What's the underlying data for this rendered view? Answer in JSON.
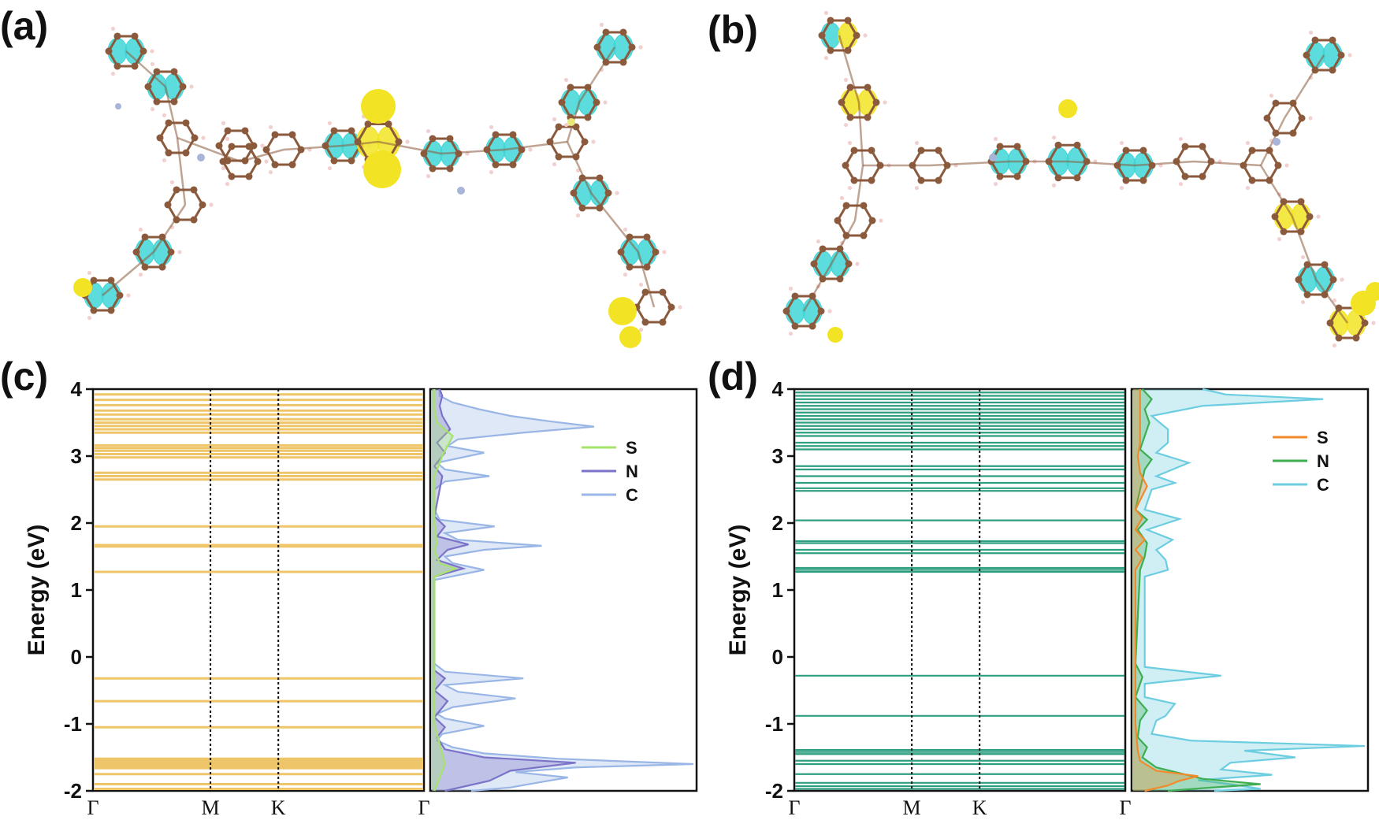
{
  "panel_labels": [
    "(a)",
    "(b)",
    "(c)",
    "(d)"
  ],
  "colors": {
    "isosurface_positive": "#f2e424",
    "isosurface_negative": "#3fd6d6",
    "atom_carbon": "#8b5a3c",
    "atom_nitrogen": "#a8b4d8",
    "atom_sulfur": "#e8e878",
    "atom_hydrogen": "#f2d0d0",
    "bands_c": "#efc56a",
    "bands_d": "#2e9e80"
  },
  "chart_data": [
    {
      "panel": "(c)",
      "type": "line",
      "ylabel": "Energy (eV)",
      "ylim": [
        -2,
        4
      ],
      "yticks": [
        "-2",
        "-1",
        "0",
        "1",
        "2",
        "3",
        "4"
      ],
      "kpoints": [
        "Γ",
        "M",
        "K",
        "Γ"
      ],
      "bands": [
        -1.97,
        -1.9,
        -1.75,
        -1.66,
        -1.63,
        -1.6,
        -1.57,
        -1.54,
        -1.52,
        -1.05,
        -0.66,
        -0.32,
        1.27,
        1.65,
        1.67,
        1.95,
        2.65,
        2.7,
        2.75,
        2.98,
        3.03,
        3.08,
        3.12,
        3.16,
        3.35,
        3.4,
        3.45,
        3.5,
        3.55,
        3.62,
        3.68,
        3.76,
        3.84,
        3.92
      ],
      "dos": {
        "legend": [
          "S",
          "N",
          "C"
        ],
        "series": [
          {
            "name": "S",
            "color": "#a6e36b",
            "points": [
              [
                -2,
                0.01
              ],
              [
                -1.6,
                0.05
              ],
              [
                -1,
                0.01
              ],
              [
                -0.3,
                0.01
              ],
              [
                1.2,
                0.01
              ],
              [
                1.32,
                0.09
              ],
              [
                1.4,
                0.03
              ],
              [
                1.6,
                0.01
              ],
              [
                1.7,
                0.02
              ],
              [
                2,
                0.01
              ],
              [
                2.7,
                0.01
              ],
              [
                3,
                0.04
              ],
              [
                3.3,
                0.08
              ],
              [
                3.5,
                0.02
              ],
              [
                3.7,
                0.01
              ],
              [
                4,
                0.01
              ]
            ]
          },
          {
            "name": "N",
            "color": "#7b73c8",
            "points": [
              [
                -2,
                0.05
              ],
              [
                -1.85,
                0.22
              ],
              [
                -1.7,
                0.3
              ],
              [
                -1.58,
                0.55
              ],
              [
                -1.5,
                0.2
              ],
              [
                -1.38,
                0.05
              ],
              [
                -1.2,
                0.02
              ],
              [
                -1.05,
                0.05
              ],
              [
                -0.9,
                0.01
              ],
              [
                -0.66,
                0.06
              ],
              [
                -0.5,
                0.01
              ],
              [
                -0.32,
                0.05
              ],
              [
                -0.2,
                0.01
              ],
              [
                1.2,
                0.01
              ],
              [
                1.32,
                0.12
              ],
              [
                1.45,
                0.02
              ],
              [
                1.6,
                0.06
              ],
              [
                1.68,
                0.14
              ],
              [
                1.8,
                0.02
              ],
              [
                1.95,
                0.05
              ],
              [
                2.1,
                0.01
              ],
              [
                2.7,
                0.04
              ],
              [
                2.85,
                0.01
              ],
              [
                3.05,
                0.05
              ],
              [
                3.2,
                0.02
              ],
              [
                3.4,
                0.07
              ],
              [
                3.6,
                0.04
              ],
              [
                3.75,
                0.03
              ],
              [
                3.9,
                0.04
              ],
              [
                4,
                0.03
              ]
            ]
          },
          {
            "name": "C",
            "color": "#9ab6e6",
            "points": [
              [
                -2,
                0.15
              ],
              [
                -1.95,
                0.3
              ],
              [
                -1.88,
                0.4
              ],
              [
                -1.8,
                0.52
              ],
              [
                -1.72,
                0.32
              ],
              [
                -1.65,
                0.55
              ],
              [
                -1.6,
                1.0
              ],
              [
                -1.52,
                0.48
              ],
              [
                -1.44,
                0.2
              ],
              [
                -1.35,
                0.08
              ],
              [
                -1.25,
                0.02
              ],
              [
                -1.15,
                0.04
              ],
              [
                -1.03,
                0.2
              ],
              [
                -0.92,
                0.05
              ],
              [
                -0.85,
                0.02
              ],
              [
                -0.75,
                0.08
              ],
              [
                -0.62,
                0.32
              ],
              [
                -0.52,
                0.1
              ],
              [
                -0.42,
                0.05
              ],
              [
                -0.32,
                0.35
              ],
              [
                -0.22,
                0.05
              ],
              [
                -0.1,
                0.01
              ],
              [
                1.15,
                0.01
              ],
              [
                1.3,
                0.2
              ],
              [
                1.4,
                0.08
              ],
              [
                1.5,
                0.05
              ],
              [
                1.6,
                0.2
              ],
              [
                1.66,
                0.42
              ],
              [
                1.75,
                0.1
              ],
              [
                1.85,
                0.05
              ],
              [
                1.95,
                0.24
              ],
              [
                2.05,
                0.03
              ],
              [
                2.2,
                0.01
              ],
              [
                2.5,
                0.01
              ],
              [
                2.62,
                0.05
              ],
              [
                2.7,
                0.22
              ],
              [
                2.8,
                0.05
              ],
              [
                2.9,
                0.02
              ],
              [
                3.05,
                0.2
              ],
              [
                3.15,
                0.06
              ],
              [
                3.25,
                0.1
              ],
              [
                3.35,
                0.35
              ],
              [
                3.44,
                0.62
              ],
              [
                3.52,
                0.45
              ],
              [
                3.6,
                0.3
              ],
              [
                3.7,
                0.18
              ],
              [
                3.8,
                0.08
              ],
              [
                3.9,
                0.03
              ],
              [
                4,
                0.03
              ]
            ]
          }
        ]
      }
    },
    {
      "panel": "(d)",
      "type": "line",
      "ylabel": "Energy (eV)",
      "ylim": [
        -2,
        4
      ],
      "yticks": [
        "-2",
        "-1",
        "0",
        "1",
        "2",
        "3",
        "4"
      ],
      "kpoints": [
        "Γ",
        "M",
        "K",
        "Γ"
      ],
      "bands": [
        -1.97,
        -1.93,
        -1.88,
        -1.75,
        -1.6,
        -1.55,
        -1.45,
        -1.42,
        -1.39,
        -0.88,
        -0.28,
        1.27,
        1.3,
        1.33,
        1.55,
        1.6,
        1.7,
        1.73,
        2.04,
        2.48,
        2.52,
        2.6,
        2.7,
        2.8,
        2.85,
        3.1,
        3.15,
        3.2,
        3.3,
        3.35,
        3.4,
        3.45,
        3.5,
        3.55,
        3.6,
        3.65,
        3.7,
        3.75,
        3.8,
        3.85,
        3.9,
        3.95
      ],
      "dos": {
        "legend": [
          "S",
          "N",
          "C"
        ],
        "series": [
          {
            "name": "S",
            "color": "#f28a2c",
            "points": [
              [
                -2,
                0.05
              ],
              [
                -1.92,
                0.15
              ],
              [
                -1.85,
                0.2
              ],
              [
                -1.78,
                0.28
              ],
              [
                -1.7,
                0.1
              ],
              [
                -1.55,
                0.03
              ],
              [
                -1.4,
                0.02
              ],
              [
                -1.0,
                0.01
              ],
              [
                -0.3,
                0.01
              ],
              [
                1.3,
                0.01
              ],
              [
                1.48,
                0.04
              ],
              [
                1.6,
                0.01
              ],
              [
                1.75,
                0.05
              ],
              [
                1.9,
                0.01
              ],
              [
                2.08,
                0.04
              ],
              [
                2.2,
                0.01
              ],
              [
                2.55,
                0.06
              ],
              [
                2.75,
                0.03
              ],
              [
                3.0,
                0.02
              ],
              [
                3.2,
                0.03
              ],
              [
                3.5,
                0.03
              ],
              [
                3.8,
                0.03
              ],
              [
                4,
                0.03
              ]
            ]
          },
          {
            "name": "N",
            "color": "#3fae52",
            "points": [
              [
                -2,
                0.15
              ],
              [
                -1.96,
                0.3
              ],
              [
                -1.9,
                0.55
              ],
              [
                -1.82,
                0.3
              ],
              [
                -1.65,
                0.1
              ],
              [
                -1.5,
                0.04
              ],
              [
                -1.35,
                0.06
              ],
              [
                -1.2,
                0.02
              ],
              [
                -0.95,
                0.03
              ],
              [
                -0.8,
                0.06
              ],
              [
                -0.6,
                0.01
              ],
              [
                -0.3,
                0.04
              ],
              [
                -0.1,
                0.01
              ],
              [
                1.3,
                0.03
              ],
              [
                1.5,
                0.05
              ],
              [
                1.7,
                0.06
              ],
              [
                1.9,
                0.02
              ],
              [
                2.05,
                0.06
              ],
              [
                2.2,
                0.01
              ],
              [
                2.5,
                0.03
              ],
              [
                2.8,
                0.05
              ],
              [
                2.95,
                0.08
              ],
              [
                3.1,
                0.03
              ],
              [
                3.3,
                0.05
              ],
              [
                3.5,
                0.07
              ],
              [
                3.7,
                0.05
              ],
              [
                3.85,
                0.08
              ],
              [
                4,
                0.04
              ]
            ]
          },
          {
            "name": "C",
            "color": "#6ccde0",
            "points": [
              [
                -2,
                0.35
              ],
              [
                -1.97,
                0.55
              ],
              [
                -1.9,
                0.42
              ],
              [
                -1.84,
                0.28
              ],
              [
                -1.76,
                0.6
              ],
              [
                -1.68,
                0.38
              ],
              [
                -1.58,
                0.42
              ],
              [
                -1.5,
                0.7
              ],
              [
                -1.4,
                0.48
              ],
              [
                -1.33,
                1.0
              ],
              [
                -1.25,
                0.25
              ],
              [
                -1.15,
                0.08
              ],
              [
                -0.95,
                0.1
              ],
              [
                -0.88,
                0.14
              ],
              [
                -0.7,
                0.18
              ],
              [
                -0.6,
                0.05
              ],
              [
                -0.4,
                0.05
              ],
              [
                -0.28,
                0.38
              ],
              [
                -0.15,
                0.05
              ],
              [
                1.2,
                0.05
              ],
              [
                1.3,
                0.15
              ],
              [
                1.45,
                0.14
              ],
              [
                1.6,
                0.1
              ],
              [
                1.75,
                0.17
              ],
              [
                1.9,
                0.06
              ],
              [
                2.06,
                0.2
              ],
              [
                2.2,
                0.05
              ],
              [
                2.5,
                0.08
              ],
              [
                2.6,
                0.18
              ],
              [
                2.7,
                0.1
              ],
              [
                2.9,
                0.24
              ],
              [
                3.05,
                0.1
              ],
              [
                3.2,
                0.15
              ],
              [
                3.4,
                0.15
              ],
              [
                3.6,
                0.08
              ],
              [
                3.75,
                0.3
              ],
              [
                3.85,
                0.82
              ],
              [
                3.92,
                0.4
              ],
              [
                4,
                0.3
              ]
            ]
          }
        ]
      }
    }
  ]
}
